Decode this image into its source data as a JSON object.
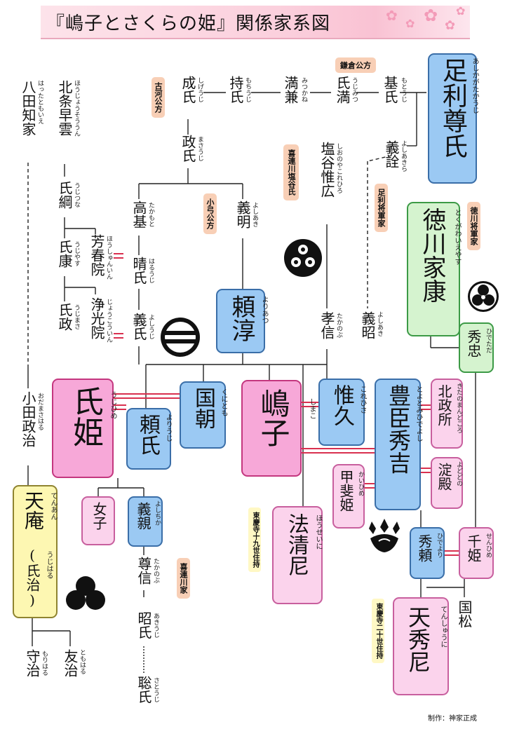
{
  "title": "『嶋子とさくらの姫』関係家系図",
  "credit": "制作：神家正成",
  "people": {
    "takauji": {
      "name": "足利尊氏",
      "reading": "あしかがたかうじ"
    },
    "motouji": {
      "name": "基氏",
      "reading": "もとうじ"
    },
    "ujimitsu": {
      "name": "氏満",
      "reading": "うじみつ"
    },
    "mitsukane": {
      "name": "満兼",
      "reading": "みつかね"
    },
    "mochiuji": {
      "name": "持氏",
      "reading": "もちうじ"
    },
    "shigeuji": {
      "name": "成氏",
      "reading": "しげうじ"
    },
    "masauji": {
      "name": "政氏",
      "reading": "まさうじ"
    },
    "takamoto": {
      "name": "高基",
      "reading": "たかもと"
    },
    "haruuji": {
      "name": "晴氏",
      "reading": "はるうじ"
    },
    "yoshiuji": {
      "name": "義氏",
      "reading": "よしうじ"
    },
    "yoshiaki": {
      "name": "義明",
      "reading": "よしあき"
    },
    "yoriatsu": {
      "name": "頼淳",
      "reading": "よりあつ"
    },
    "yoshiakira": {
      "name": "義詮",
      "reading": "よしあきら"
    },
    "yoshiaki2": {
      "name": "義昭",
      "reading": "よしあき"
    },
    "korehiro": {
      "name": "塩谷惟広",
      "reading": "しおのやこれひろ"
    },
    "takanobu": {
      "name": "孝信",
      "reading": "たかのぶ"
    },
    "soun": {
      "name": "北条早雲",
      "reading": "ほうじょうそううん"
    },
    "ujitsuna": {
      "name": "氏綱",
      "reading": "うじつな"
    },
    "ujiyasu": {
      "name": "氏康",
      "reading": "うじやす"
    },
    "ujimasa": {
      "name": "氏政",
      "reading": "うじまさ"
    },
    "hoshunin": {
      "name": "芳春院",
      "reading": "ほうしゅんいん"
    },
    "jokoin": {
      "name": "浄光院",
      "reading": "じょうこういん"
    },
    "tomoie": {
      "name": "八田知家",
      "reading": "はったともいえ"
    },
    "masaharu": {
      "name": "小田政治",
      "reading": "おだまさはる"
    },
    "tenan": {
      "name": "天庵",
      "reading": "てんあん",
      "alias": "(氏治)",
      "alias_reading": "うじはる"
    },
    "moriharu": {
      "name": "守治",
      "reading": "もりはる"
    },
    "tomoharu": {
      "name": "友治",
      "reading": "ともはる"
    },
    "ujihime": {
      "name": "氏姫",
      "reading": "うじひめ"
    },
    "kunitomo": {
      "name": "国朝",
      "reading": "くにとも"
    },
    "yoriuji": {
      "name": "頼氏",
      "reading": "よりうじ"
    },
    "joshi": {
      "name": "女子"
    },
    "yoshichika": {
      "name": "義親",
      "reading": "よしちか"
    },
    "takanobu2": {
      "name": "尊信",
      "reading": "たかのぶ"
    },
    "akiuji": {
      "name": "昭氏",
      "reading": "あきうじ"
    },
    "satouji": {
      "name": "聡氏",
      "reading": "さとうじ"
    },
    "shimako": {
      "name": "嶋子",
      "reading": "しまこ"
    },
    "hoseini": {
      "name": "法清尼",
      "reading": "ほうせいに"
    },
    "korehisa": {
      "name": "惟久",
      "reading": "これひさ"
    },
    "hideyoshi": {
      "name": "豊臣秀吉",
      "reading": "とよとみひでよし"
    },
    "kitanomandokoro": {
      "name": "北政所",
      "reading": "きたのまんどころ"
    },
    "yododono": {
      "name": "淀殿",
      "reading": "よどどの"
    },
    "kaihime": {
      "name": "甲斐姫",
      "reading": "かいひめ"
    },
    "hideyori": {
      "name": "秀頼",
      "reading": "ひでより"
    },
    "senhime": {
      "name": "千姫",
      "reading": "せんひめ"
    },
    "tenshuni": {
      "name": "天秀尼",
      "reading": "てんしゅうに"
    },
    "kunimatsu": {
      "name": "国松"
    },
    "ieyasu": {
      "name": "徳川家康",
      "reading": "とくがわいえやす"
    },
    "hidetada": {
      "name": "秀忠",
      "reading": "ひでただ"
    }
  },
  "tags": {
    "kamakura": "鎌倉公方",
    "koga": "古河公方",
    "oyumi": "小弓公方",
    "kitsuregawa_shioya": "喜連川塩谷氏",
    "ashikaga_shogun": "足利将軍家",
    "tokugawa_shogun": "徳川将軍家",
    "kitsuregawa": "喜連川家",
    "tokeiji19": "東慶寺十九世住持",
    "tokeiji20": "東慶寺二十世住持"
  },
  "crests": [
    "mitsudomoe-crest",
    "nihiki-ryo-crest",
    "aoi-crest",
    "kiri-crest",
    "kikyo-like-crest"
  ],
  "colors": {
    "pink": "#f7a8d8",
    "light_pink": "#fbd3ec",
    "blue": "#9bc9f3",
    "green": "#d5f3cf",
    "yellow": "#fdf7b2",
    "tag": "#f8cfb6",
    "marriage": "#d9304f"
  }
}
